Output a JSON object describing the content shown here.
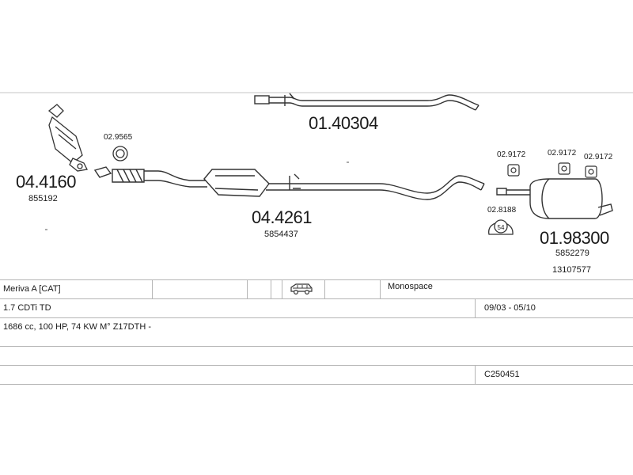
{
  "parts": [
    {
      "id": "downpipe",
      "number": "04.4160",
      "oe": [
        "855192"
      ]
    },
    {
      "id": "gasket",
      "number": "02.9565"
    },
    {
      "id": "rear-pipe",
      "number": "01.40304"
    },
    {
      "id": "front-pipe",
      "number": "04.4261",
      "oe": [
        "5854437"
      ]
    },
    {
      "id": "rubber-mount-1",
      "number": "02.9172"
    },
    {
      "id": "rubber-mount-2",
      "number": "02.9172"
    },
    {
      "id": "rubber-mount-3",
      "number": "02.9172"
    },
    {
      "id": "clamp",
      "number": "02.8188",
      "clamp_size": "54"
    },
    {
      "id": "rear-silencer",
      "number": "01.98300",
      "oe": [
        "5852279",
        "13107577"
      ]
    }
  ],
  "vehicle": {
    "model": "Meriva A  [CAT]",
    "body_type": "Monospace",
    "engine": "1.7 CDTi TD",
    "years": "09/03 - 05/10",
    "specs": "1686 cc, 100 HP, 74 KW M° Z17DTH -",
    "code": "C250451"
  },
  "icons": {
    "vehicle": "van-icon"
  }
}
